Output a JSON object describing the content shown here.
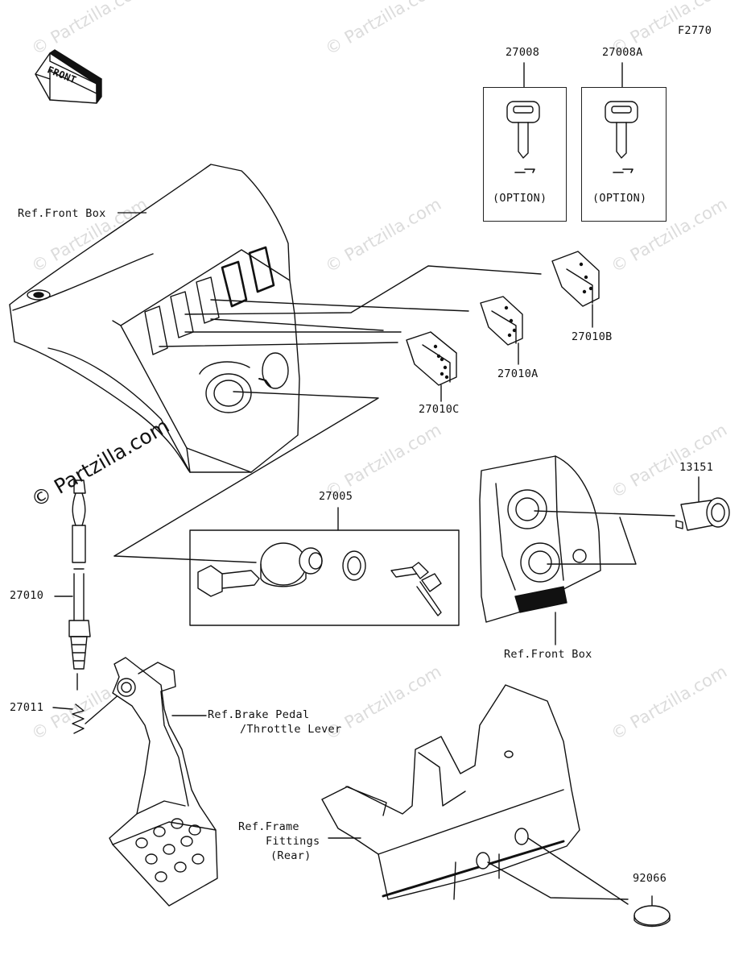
{
  "figure_code": "F2770",
  "watermark": "© Partzilla.com",
  "front_arrow_label": "FRONT",
  "parts": {
    "p27008": "27008",
    "p27008A": "27008A",
    "p27010B": "27010B",
    "p27010A": "27010A",
    "p27010C": "27010C",
    "p27005": "27005",
    "p13151": "13151",
    "p27010": "27010",
    "p27011": "27011",
    "p92066": "92066"
  },
  "option_label": "(OPTION)",
  "refs": {
    "front_box_1": "Ref.Front Box",
    "front_box_2": "Ref.Front Box",
    "brake_pedal_1": "Ref.Brake Pedal",
    "brake_pedal_2": "/Throttle Lever",
    "frame_1": "Ref.Frame",
    "frame_2": "Fittings",
    "frame_3": "(Rear)"
  }
}
